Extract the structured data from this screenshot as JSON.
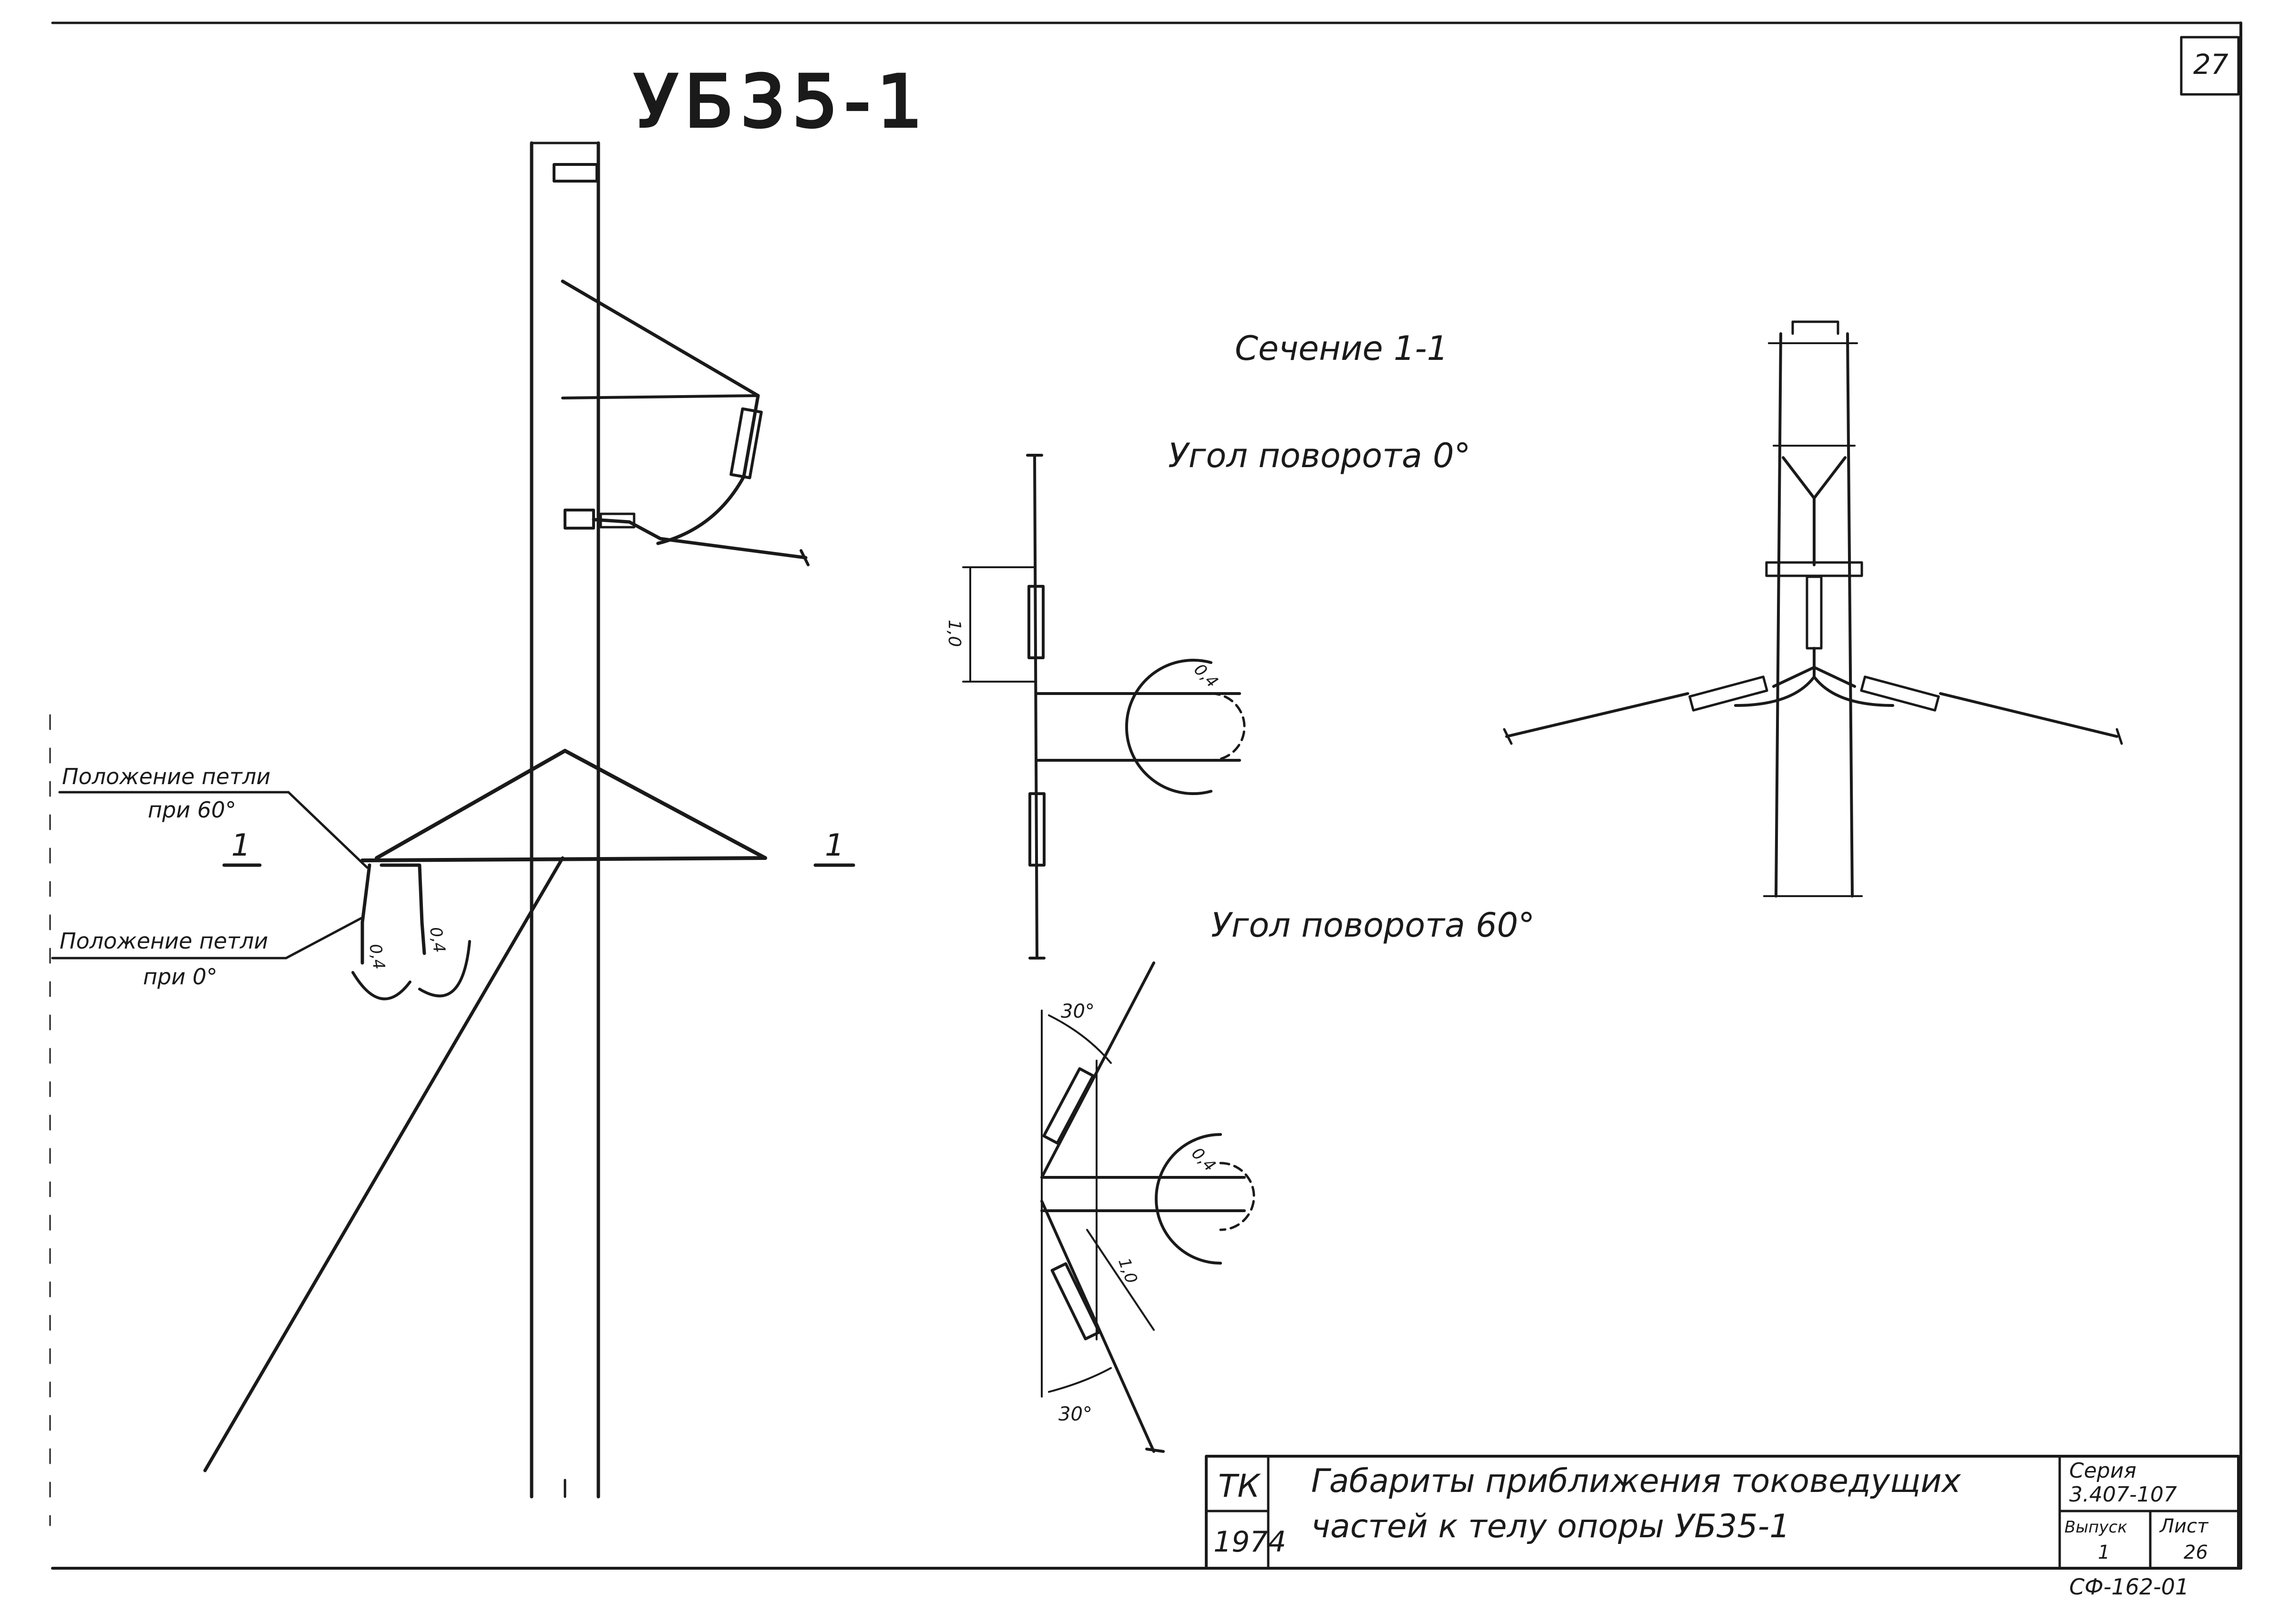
{
  "sheet_number": "27",
  "drawing_title": "УБ35-1",
  "section": {
    "title": "Сечение 1-1",
    "angle_0_label": "Угол поворота 0°",
    "angle_60_label": "Угол поворота 60°"
  },
  "annotations": {
    "loop_position_60_line1": "Положение петли",
    "loop_position_60_line2": "при 60°",
    "loop_position_0_line1": "Положение петли",
    "loop_position_0_line2": "при 0°",
    "section_mark": "1"
  },
  "dimensions": {
    "clearance_04": "0,4",
    "distance_10": "1,0",
    "angle_30": "30°"
  },
  "title_block": {
    "code": "ТК",
    "year": "1974",
    "title_line1": "Габариты приближения токоведущих",
    "title_line2": "частей к телу опоры УБ35-1",
    "series_label": "Серия",
    "series_value": "3.407-107",
    "issue_label": "Выпуск",
    "issue_value": "1",
    "sheet_label": "Лист",
    "sheet_value": "26",
    "footer_code": "СФ-162-01"
  }
}
